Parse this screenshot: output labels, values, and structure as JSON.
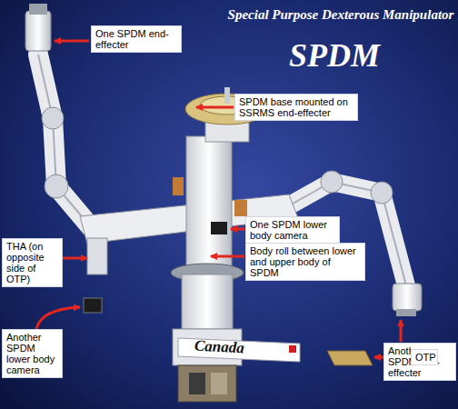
{
  "diagram": {
    "title": "Special Purpose Dexterous Manipulator",
    "nodes": [
      {
        "text": [
          "One SPDM end-effecter"
        ]
      },
      {
        "text": [
          "SPDM base mounted on SSRMS end-effecter"
        ]
      },
      {
        "text": [
          "One SPDM lower body camera"
        ]
      },
      {
        "text": [
          "THA (on opposite side of OTP)"
        ]
      },
      {
        "text": [
          "Body roll between lower and upper body of SPDM"
        ]
      },
      {
        "text": [
          "Another SPDM end-effecter"
        ]
      },
      {
        "text": [
          "Another SPDM lower body camera"
        ]
      },
      {
        "text": [
          "OTP"
        ]
      }
    ],
    "labels": [
      "SPDM",
      "Canada"
    ]
  }
}
